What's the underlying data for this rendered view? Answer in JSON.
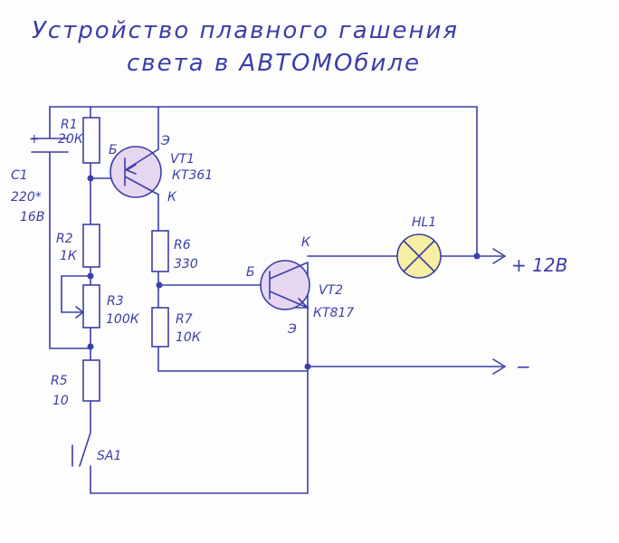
{
  "title": {
    "line1": "Устройство плавного гашения",
    "line2": "света в АВТОМОбиле"
  },
  "components": {
    "c1": {
      "name": "C1",
      "value": "220*",
      "voltage": "16В",
      "polarity": "+"
    },
    "r1": {
      "name": "R1",
      "value": "20К"
    },
    "r2": {
      "name": "R2",
      "value": "1К"
    },
    "r3": {
      "name": "R3",
      "value": "100К"
    },
    "r5": {
      "name": "R5",
      "value": "10"
    },
    "r6": {
      "name": "R6",
      "value": "330"
    },
    "r7": {
      "name": "R7",
      "value": "10К"
    },
    "vt1": {
      "name": "VT1",
      "type": "КТ361",
      "base": "Б",
      "emitter": "Э",
      "collector": "К"
    },
    "vt2": {
      "name": "VT2",
      "type": "КТ817",
      "base": "Б",
      "emitter": "Э",
      "collector": "К"
    },
    "hl1": {
      "name": "HL1"
    },
    "sa1": {
      "name": "SA1"
    }
  },
  "terminals": {
    "positive": "+ 12В",
    "negative": "−"
  },
  "colors": {
    "ink": "#3b3fa8",
    "lamp": "#f6eea0",
    "transistor": "#e6d6f0"
  }
}
